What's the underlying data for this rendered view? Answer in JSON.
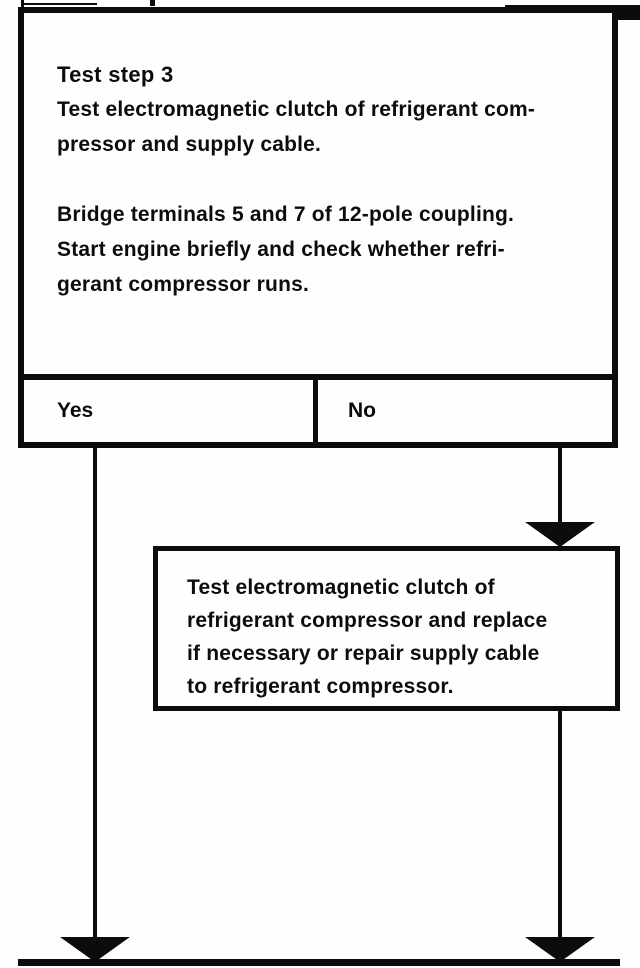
{
  "colors": {
    "ink": "#0c0c0c",
    "paper": "#fefefe"
  },
  "flowchart": {
    "step_box": {
      "title": "Test step 3",
      "description_lines": [
        "Test electromagnetic clutch of refrigerant com-",
        "pressor and supply cable."
      ],
      "instruction_lines": [
        "Bridge terminals 5 and 7 of 12-pole coupling.",
        "Start engine briefly and check whether refri-",
        "gerant compressor runs."
      ],
      "yes_label": "Yes",
      "no_label": "No"
    },
    "action_box": {
      "lines": [
        "Test electromagnetic clutch of",
        "refrigerant compressor and replace",
        "if necessary or repair supply cable",
        "to refrigerant compressor."
      ]
    }
  }
}
